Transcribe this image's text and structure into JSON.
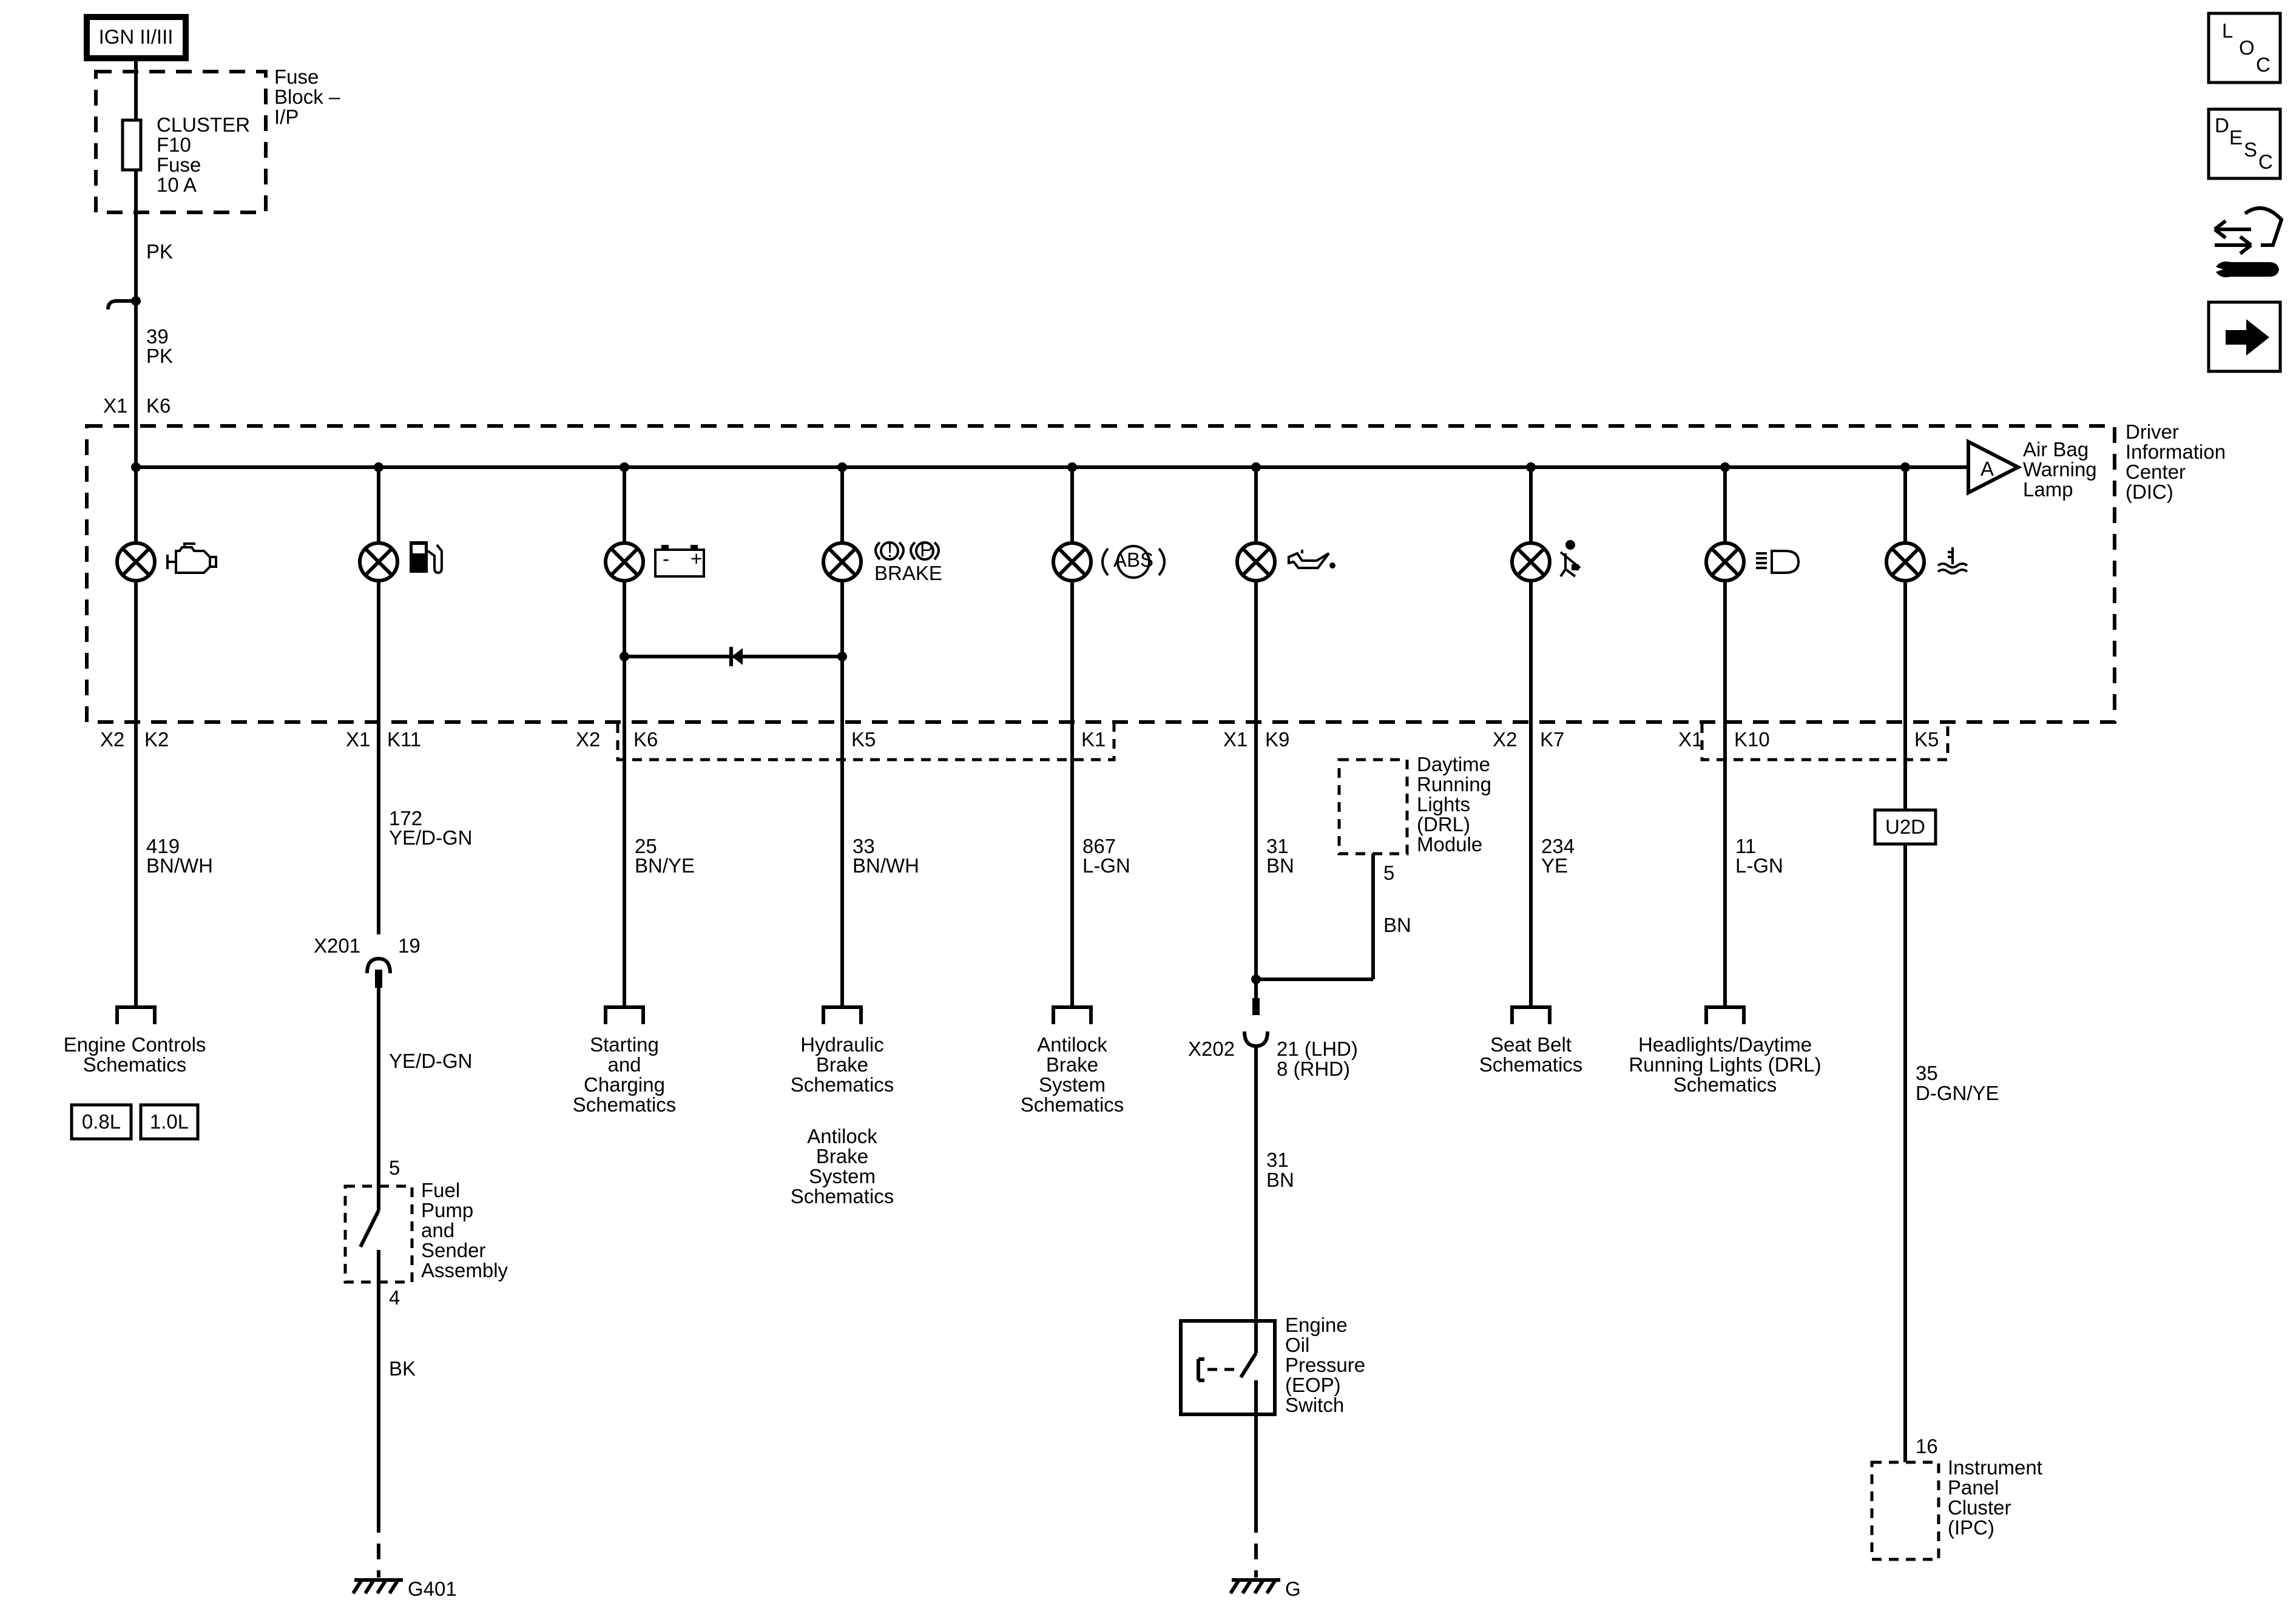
{
  "header": {
    "ignition": "IGN II/III"
  },
  "fuse_block": {
    "label_lines": [
      "Fuse",
      "Block –",
      "I/P"
    ],
    "fuse_lines": [
      "CLUSTER",
      "F10",
      "Fuse",
      "10 A"
    ]
  },
  "feed": {
    "wire_color_top": "PK",
    "circuit_number": "39",
    "circuit_color": "PK",
    "connector": "X1",
    "pin": "K6"
  },
  "dic": {
    "label_lines": [
      "Driver",
      "Information",
      "Center",
      "(DIC)"
    ],
    "airbag_lines": [
      "Air Bag",
      "Warning",
      "Lamp"
    ],
    "airbag_symbol": "A",
    "lamps": [
      {
        "id": "engine",
        "icon": "check-engine-icon"
      },
      {
        "id": "fuel",
        "icon": "fuel-pump-icon"
      },
      {
        "id": "charging",
        "icon": "battery-icon",
        "minus": "-",
        "plus": "+"
      },
      {
        "id": "brake",
        "icon": "brake-warning-icon",
        "text": "BRAKE",
        "excl": "!",
        "park": "P"
      },
      {
        "id": "abs",
        "icon": "abs-icon",
        "text": "ABS"
      },
      {
        "id": "oil",
        "icon": "oil-can-icon"
      },
      {
        "id": "seatbelt",
        "icon": "seat-belt-icon"
      },
      {
        "id": "headlamp",
        "icon": "headlamp-icon"
      },
      {
        "id": "coolant",
        "icon": "coolant-temp-icon"
      }
    ]
  },
  "circuits": [
    {
      "connector": "X2",
      "pin": "K2",
      "number": "419",
      "color": "BN/WH",
      "dest_lines": [
        "Engine Controls",
        "Schematics"
      ]
    },
    {
      "connector": "X1",
      "pin": "K11",
      "number": "172",
      "color": "YE/D-GN"
    },
    {
      "connector": "X2",
      "pin": "K6",
      "number": "25",
      "color": "BN/YE",
      "dest_lines": [
        "Starting",
        "and",
        "Charging",
        "Schematics"
      ]
    },
    {
      "pin": "K5",
      "number": "33",
      "color": "BN/WH",
      "dest_lines": [
        "Hydraulic",
        "Brake",
        "Schematics"
      ],
      "dest2_lines": [
        "Antilock",
        "Brake",
        "System",
        "Schematics"
      ]
    },
    {
      "pin": "K1",
      "number": "867",
      "color": "L-GN",
      "dest_lines": [
        "Antilock",
        "Brake",
        "System",
        "Schematics"
      ]
    },
    {
      "connector": "X1",
      "pin": "K9",
      "number": "31",
      "color": "BN"
    },
    {
      "connector": "X2",
      "pin": "K7",
      "number": "234",
      "color": "YE",
      "dest_lines": [
        "Seat Belt",
        "Schematics"
      ]
    },
    {
      "connector": "X1",
      "pin": "K10",
      "number": "11",
      "color": "L-GN",
      "dest_lines": [
        "Headlights/Daytime",
        "Running Lights (DRL)",
        "Schematics"
      ]
    },
    {
      "pin": "K5"
    }
  ],
  "engine_options": [
    "0.8L",
    "1.0L"
  ],
  "fuel_circuit": {
    "inline_connector": "X201",
    "inline_pin": "19",
    "lower_color": "YE/D-GN",
    "sender_pin_top": "5",
    "sender_lines": [
      "Fuel",
      "Pump",
      "and",
      "Sender",
      "Assembly"
    ],
    "sender_pin_bottom": "4",
    "ground_color": "BK",
    "ground": "G401"
  },
  "oil_circuit": {
    "drl_lines": [
      "Daytime",
      "Running",
      "Lights",
      "(DRL)",
      "Module"
    ],
    "drl_pin": "5",
    "drl_wire_color": "BN",
    "inline_connector": "X202",
    "inline_pin_lines": [
      "21 (LHD)",
      "8 (RHD)"
    ],
    "lower_number": "31",
    "lower_color": "BN",
    "switch_lines": [
      "Engine",
      "Oil",
      "Pressure",
      "(EOP)",
      "Switch"
    ],
    "ground": "G"
  },
  "ipc_circuit": {
    "tag": "U2D",
    "number": "35",
    "color": "D-GN/YE",
    "pin": "16",
    "dest_lines": [
      "Instrument",
      "Panel",
      "Cluster",
      "(IPC)"
    ]
  },
  "nav": {
    "loc": [
      "L",
      "O",
      "C"
    ],
    "desc": [
      "D",
      "E",
      "S",
      "C"
    ],
    "connector_icon": "connector-wrench-icon",
    "next_icon": "arrow-right-icon"
  }
}
